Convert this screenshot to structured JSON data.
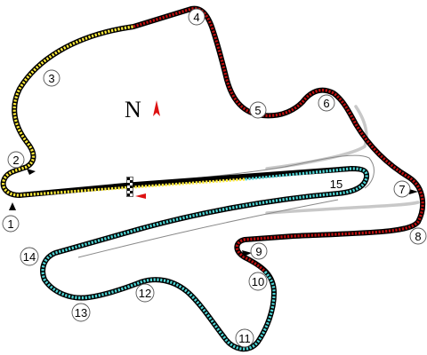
{
  "map": {
    "north": {
      "label": "N",
      "arrow_color": "#dd1111"
    },
    "sectors": [
      {
        "name": "sector-1",
        "color": "#ffeb3b"
      },
      {
        "name": "sector-2",
        "color": "#c01010"
      },
      {
        "name": "sector-3",
        "color": "#4fd6d6"
      }
    ],
    "corners": [
      {
        "num": "1",
        "label": "1"
      },
      {
        "num": "2",
        "label": "2"
      },
      {
        "num": "3",
        "label": "3"
      },
      {
        "num": "4",
        "label": "4"
      },
      {
        "num": "5",
        "label": "5"
      },
      {
        "num": "6",
        "label": "6"
      },
      {
        "num": "7",
        "label": "7"
      },
      {
        "num": "8",
        "label": "8"
      },
      {
        "num": "9",
        "label": "9"
      },
      {
        "num": "10",
        "label": "10"
      },
      {
        "num": "11",
        "label": "11"
      },
      {
        "num": "12",
        "label": "12"
      },
      {
        "num": "13",
        "label": "13"
      },
      {
        "num": "14",
        "label": "14"
      },
      {
        "num": "15",
        "label": "15"
      }
    ],
    "start_finish": {
      "direction_arrow_color": "#dd1111"
    }
  }
}
